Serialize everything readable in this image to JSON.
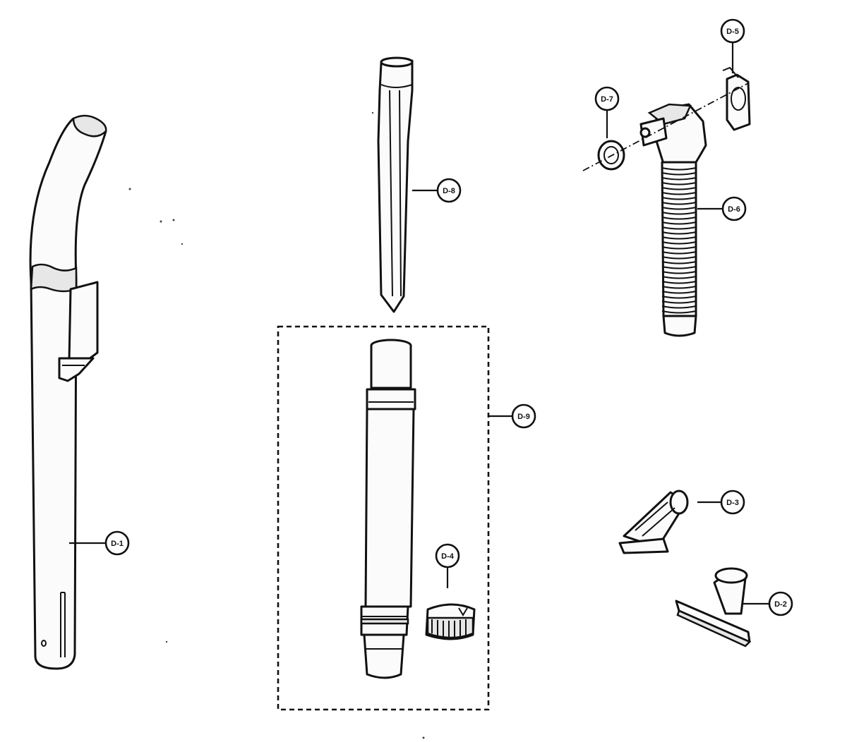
{
  "diagram": {
    "callouts": [
      {
        "id": "d1",
        "label": "D-1"
      },
      {
        "id": "d2",
        "label": "D-2"
      },
      {
        "id": "d3",
        "label": "D-3"
      },
      {
        "id": "d4",
        "label": "D-4"
      },
      {
        "id": "d5",
        "label": "D-5"
      },
      {
        "id": "d6",
        "label": "D-6"
      },
      {
        "id": "d7",
        "label": "D-7"
      },
      {
        "id": "d8",
        "label": "D-8"
      },
      {
        "id": "d9",
        "label": "D-9"
      }
    ]
  }
}
